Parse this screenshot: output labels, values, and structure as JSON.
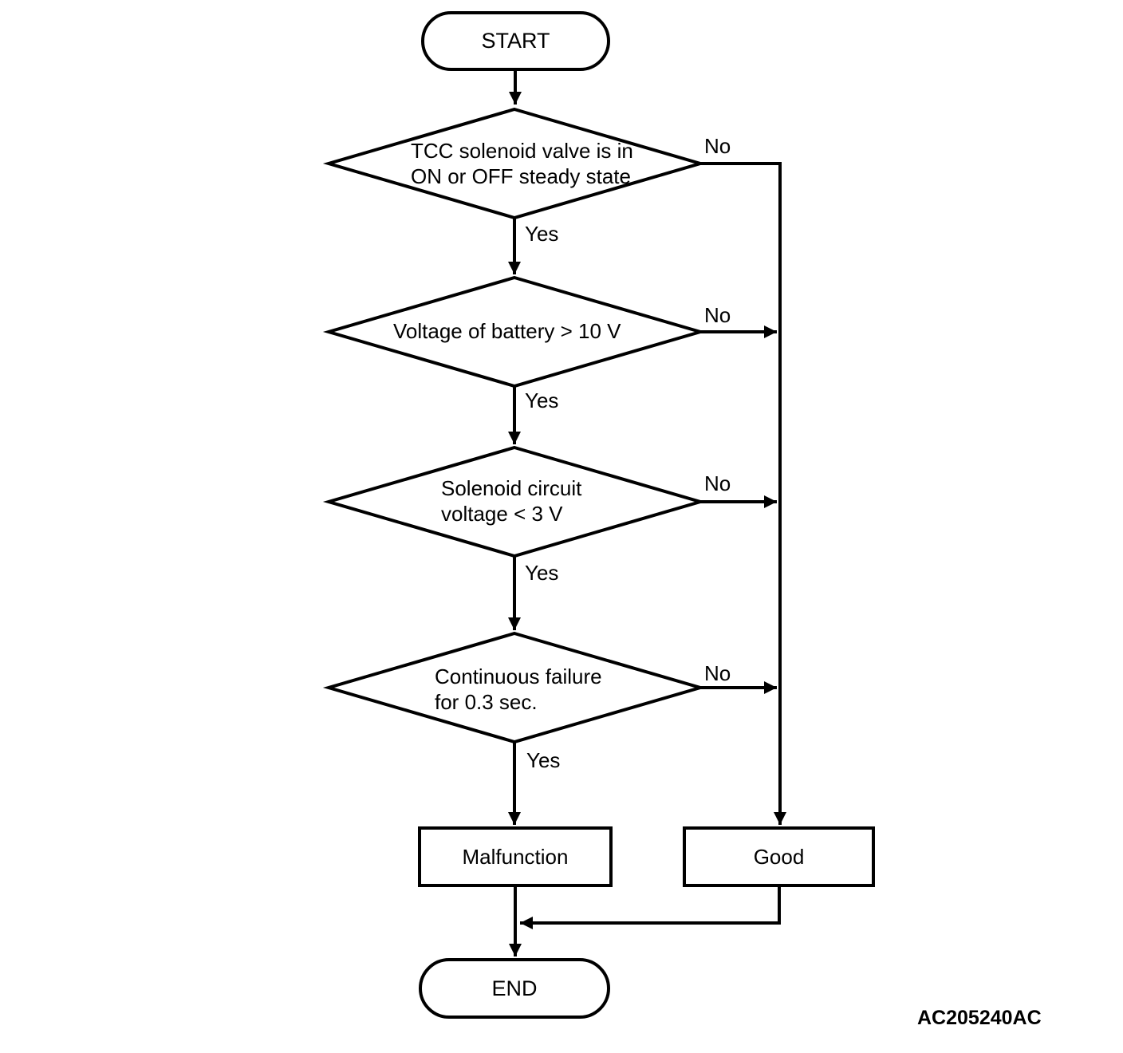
{
  "colors": {
    "line": "#000000",
    "background": "#ffffff",
    "text": "#000000"
  },
  "figure_code": "AC205240AC",
  "flowchart": {
    "start": {
      "label": "START"
    },
    "end": {
      "label": "END"
    },
    "decisions": [
      {
        "text": "TCC solenoid valve is in\nON or OFF steady state",
        "yes": "Yes",
        "no": "No"
      },
      {
        "text": "Voltage of battery > 10 V",
        "yes": "Yes",
        "no": "No"
      },
      {
        "text": "Solenoid circuit\nvoltage < 3 V",
        "yes": "Yes",
        "no": "No"
      },
      {
        "text": "Continuous failure\nfor 0.3 sec.",
        "yes": "Yes",
        "no": "No"
      }
    ],
    "results": {
      "malfunction": "Malfunction",
      "good": "Good"
    }
  }
}
